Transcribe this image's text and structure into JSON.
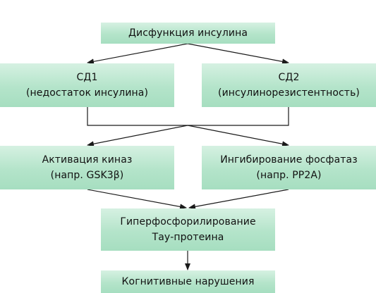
{
  "colors": {
    "box_fill": "#b4e4ca",
    "line": "#1a1a1a"
  },
  "nodes": {
    "dysfunction": {
      "line1": "Дисфункция инсулина"
    },
    "sd1": {
      "line1": "СД1",
      "line2": "(недостаток инсулина)"
    },
    "sd2": {
      "line1": "СД2",
      "line2": "(инсулинорезистентность)"
    },
    "kinase": {
      "line1": "Активация киназ",
      "line2": "(напр. GSK3β)"
    },
    "phosphatase": {
      "line1": "Ингибирование фосфатаз",
      "line2": "(напр. PP2A)"
    },
    "hyperphos": {
      "line1": "Гиперфосфорилирование",
      "line2": "Тау-протеина"
    },
    "cognitive": {
      "line1": "Когнитивные нарушения"
    }
  },
  "edges": [
    {
      "from": "dysfunction",
      "to": "sd1"
    },
    {
      "from": "dysfunction",
      "to": "sd2"
    },
    {
      "from": "sd1",
      "to": "kinase"
    },
    {
      "from": "sd1",
      "to": "phosphatase"
    },
    {
      "from": "sd2",
      "to": "kinase"
    },
    {
      "from": "sd2",
      "to": "phosphatase"
    },
    {
      "from": "kinase",
      "to": "hyperphos"
    },
    {
      "from": "phosphatase",
      "to": "hyperphos"
    },
    {
      "from": "hyperphos",
      "to": "cognitive"
    }
  ]
}
